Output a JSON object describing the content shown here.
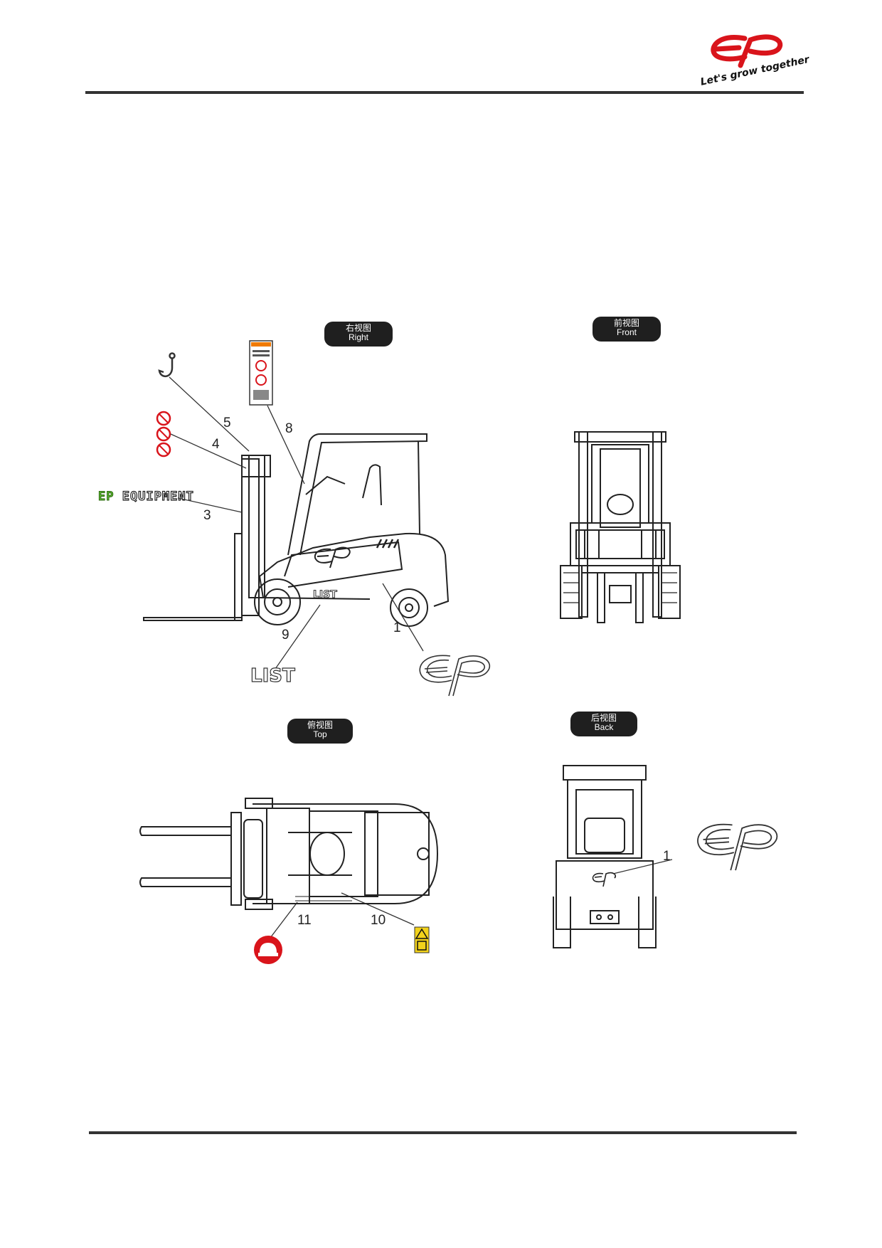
{
  "header": {
    "tagline": "Let's grow together"
  },
  "views": {
    "right": {
      "cn": "右视图",
      "en": "Right"
    },
    "front": {
      "cn": "前视图",
      "en": "Front"
    },
    "top": {
      "cn": "俯视图",
      "en": "Top"
    },
    "back": {
      "cn": "后视图",
      "en": "Back"
    }
  },
  "labels": {
    "ep_equipment_prefix": "EP",
    "ep_equipment_suffix": " EQUIPMENT",
    "list_decal": "LIST"
  },
  "callouts": {
    "c1_right": "1",
    "c3": "3",
    "c4": "4",
    "c5": "5",
    "c8": "8",
    "c9": "9",
    "c10": "10",
    "c11": "11",
    "c1_back": "1"
  },
  "colors": {
    "brand_red": "#d9141b",
    "ep_green": "#5cb531",
    "warning_yellow": "#f2d21b",
    "pill_bg": "#1f1f1f",
    "rule": "#333333"
  }
}
